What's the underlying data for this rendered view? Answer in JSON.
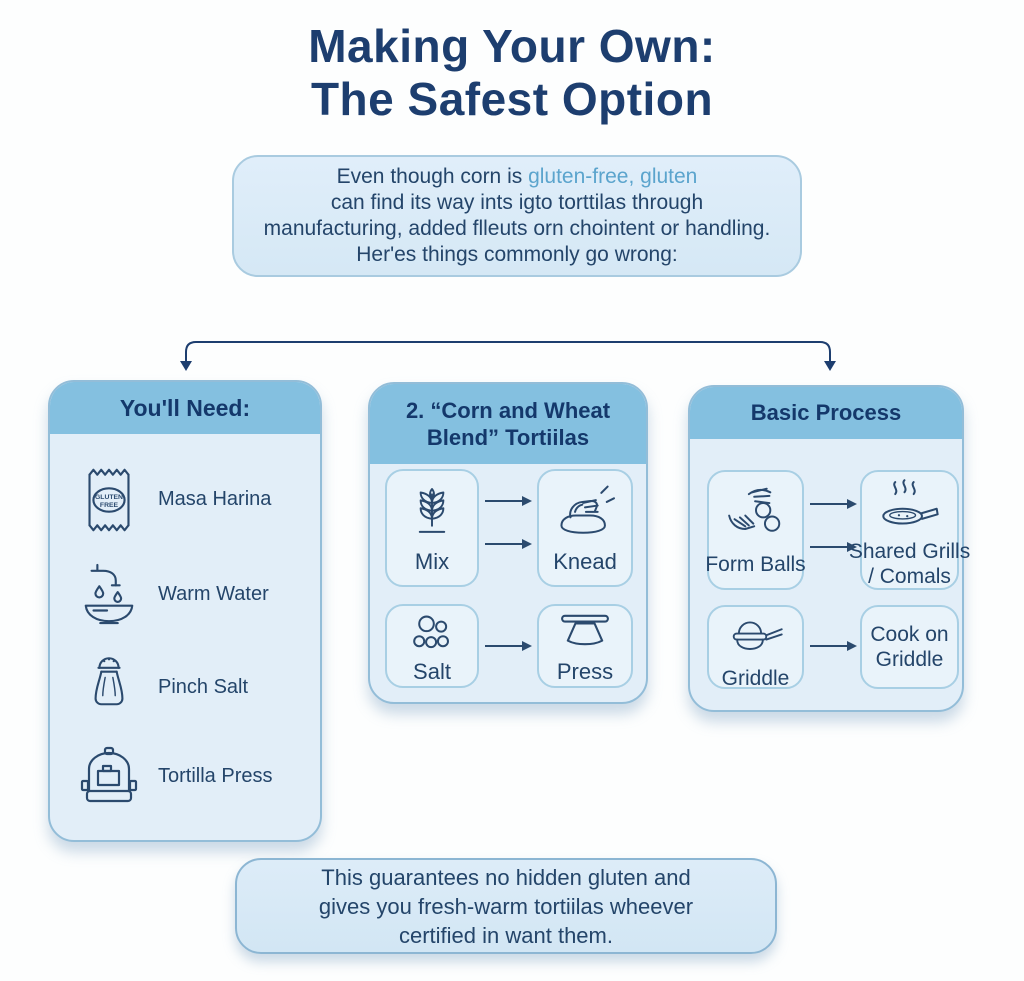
{
  "title": {
    "line1": "Making Your Own:",
    "line2": "The Safest Option"
  },
  "intro": {
    "line1_text": "Even though corn is ",
    "line1_highlight": "gluten-free, gluten",
    "line2": "can find its way ints igto torttilas through",
    "line3": "manufacturing, added flleuts orn chointent or handling.",
    "line4": "Her'es things commonly go wrong:"
  },
  "cards": {
    "need": {
      "title": "You'll Need:",
      "bag_badge": {
        "line1": "GLUTEN",
        "line2": "FREE"
      },
      "items": [
        {
          "icon": "gluten-free-bag-icon",
          "label": "Masa Harina"
        },
        {
          "icon": "warm-water-icon",
          "label": "Warm Water"
        },
        {
          "icon": "salt-shaker-icon",
          "label": "Pinch Salt"
        },
        {
          "icon": "tortilla-press-icon",
          "label": "Tortilla Press"
        }
      ]
    },
    "blend": {
      "title_line1": "2. “Corn and Wheat",
      "title_line2": "Blend” Tortiilas",
      "steps": [
        {
          "icon": "wheat-icon",
          "label": "Mix"
        },
        {
          "icon": "kneading-hands-icon",
          "label": "Knead"
        },
        {
          "icon": "salt-grains-icon",
          "label": "Salt"
        },
        {
          "icon": "press-icon",
          "label": "Press"
        }
      ]
    },
    "process": {
      "title": "Basic Process",
      "steps": [
        {
          "icon": "form-balls-icon",
          "label": "Form Balls"
        },
        {
          "icon": "pan-steam-icon",
          "label_line1": "Shared Grills",
          "label_line2": "/ Comals"
        },
        {
          "icon": "griddle-pan-icon",
          "label": "Griddle"
        },
        {
          "icon": "text-only",
          "label_line1": "Cook on",
          "label_line2": "Griddle"
        }
      ]
    }
  },
  "footer": {
    "line1": "This guarantees no hidden gluten and",
    "line2": "gives you fresh-warm tortiilas wheever",
    "line3": "certified in want them."
  },
  "colors": {
    "title_navy": "#1d3e6f",
    "header_blue": "#84c0e0",
    "card_body_blue": "#e2eef8",
    "inner_box_bg": "#e9f3fa",
    "inner_box_border": "#a8cfe4",
    "intro_bg": "#d9eaf6",
    "intro_border": "#a9cbe0",
    "highlight_blue": "#5ba4cd",
    "body_text": "#24456a",
    "icon_stroke": "#2b4a6e"
  }
}
